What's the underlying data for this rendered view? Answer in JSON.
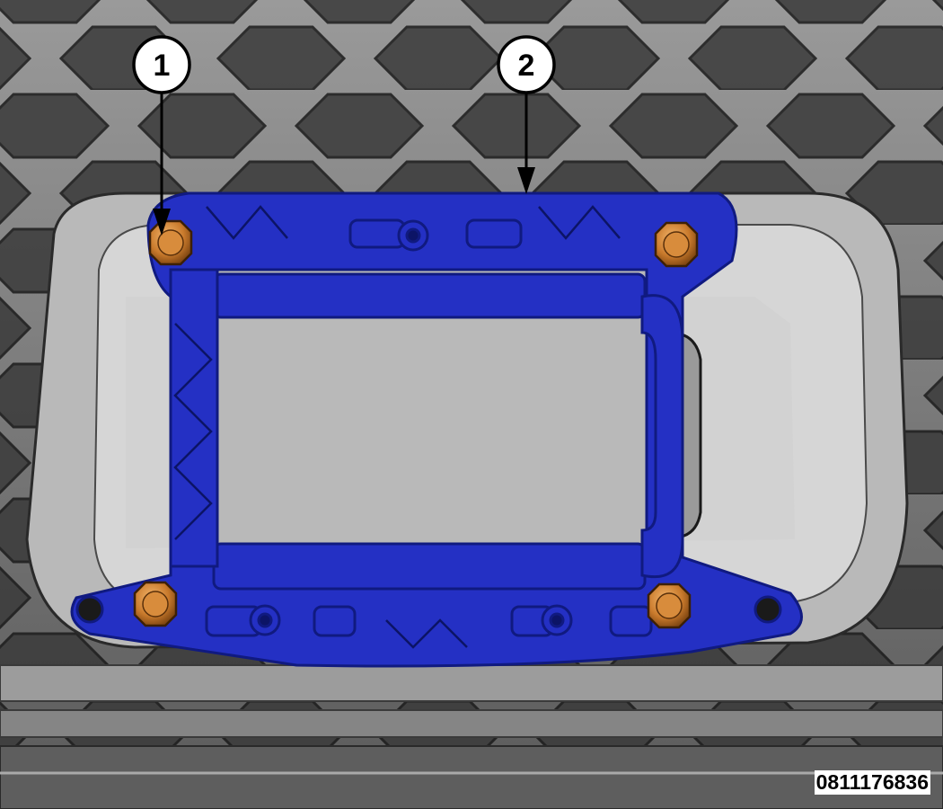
{
  "callouts": [
    {
      "label": "1",
      "part": "bolt"
    },
    {
      "label": "2",
      "part": "mounting-bracket"
    }
  ],
  "figure_id": "0811176836",
  "colors": {
    "bracket": "#2430c4",
    "bracket_edge": "#101a80",
    "bolt": "#c97a2c",
    "module": "#8e8e8e",
    "grille": "#6d6d6d",
    "background": "#ffffff"
  }
}
